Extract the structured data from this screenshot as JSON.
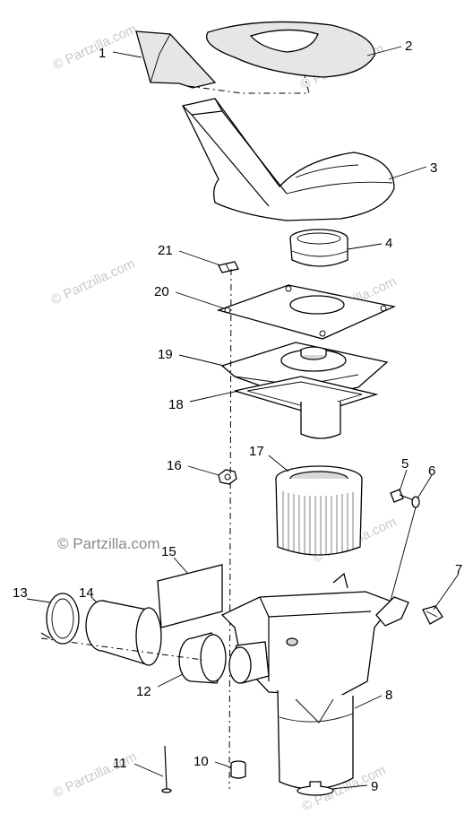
{
  "watermarks": [
    "© Partzilla.com",
    "© Partzilla.com",
    "© Partzilla.com",
    "© Partzilla.com",
    "© Partzilla.com",
    "© Partzilla.com",
    "© Partzilla.com",
    "© Partzilla.com"
  ],
  "callouts": [
    "1",
    "2",
    "3",
    "4",
    "5",
    "6",
    "7",
    "8",
    "9",
    "10",
    "11",
    "12",
    "13",
    "14",
    "15",
    "16",
    "17",
    "18",
    "19",
    "20",
    "21"
  ]
}
